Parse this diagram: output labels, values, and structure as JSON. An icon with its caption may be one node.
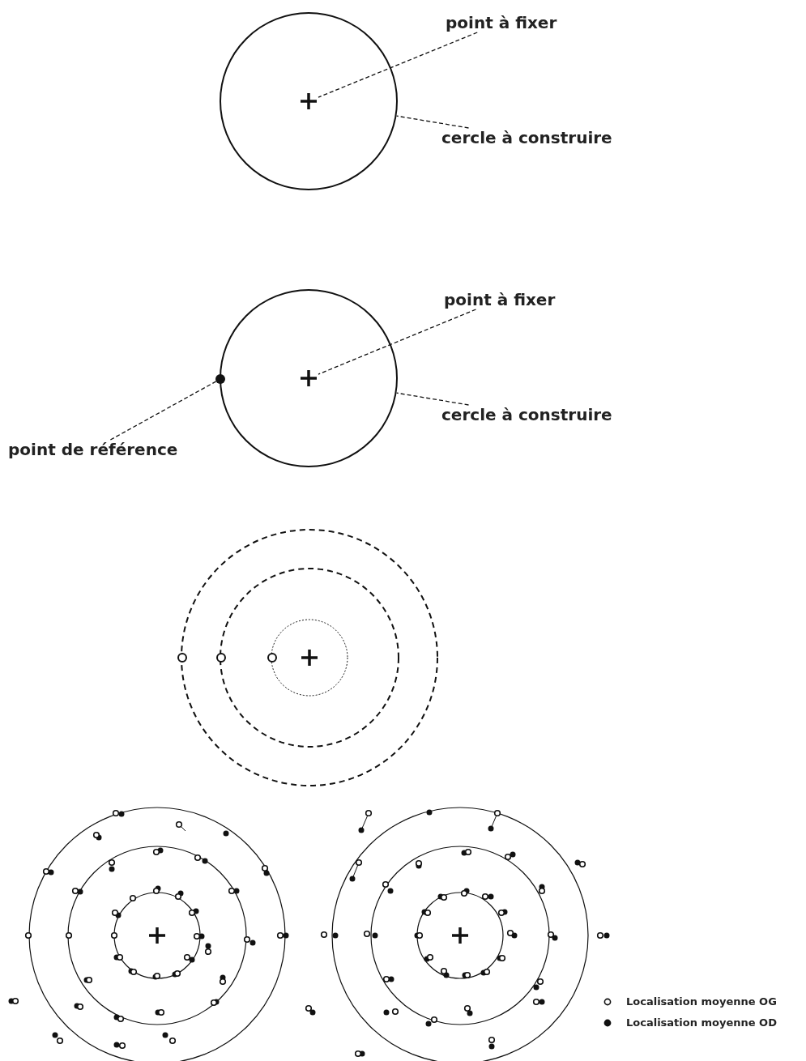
{
  "diagram": {
    "nodes": [
      {
        "text": [
          "point à fixer"
        ]
      },
      {
        "text": [],
        "shape": "circle"
      },
      {
        "text": [],
        "shape": "cross",
        "in": 1
      },
      {
        "text": [
          "cercle à construire"
        ]
      },
      {
        "text": [
          "point à fixer"
        ]
      },
      {
        "text": [],
        "shape": "circle"
      },
      {
        "text": [],
        "shape": "cross",
        "in": 5
      },
      {
        "text": [
          "cercle à construire"
        ]
      },
      {
        "text": [
          "point de référence"
        ]
      },
      {
        "text": [],
        "shape": "dot"
      }
    ],
    "edges": [
      {
        "from": 0,
        "to": 2,
        "arrow": "none",
        "style": "dashed"
      },
      {
        "from": 3,
        "to": 1,
        "arrow": "none",
        "style": "dashed"
      },
      {
        "from": 4,
        "to": 6,
        "arrow": "none",
        "style": "dashed"
      },
      {
        "from": 7,
        "to": 5,
        "arrow": "none",
        "style": "dashed"
      },
      {
        "from": 8,
        "to": 9,
        "arrow": "none",
        "style": "dashed"
      }
    ],
    "legend": [
      {
        "text": "Localisation moyenne OG"
      },
      {
        "text": "Localisation moyenne OD"
      }
    ]
  }
}
